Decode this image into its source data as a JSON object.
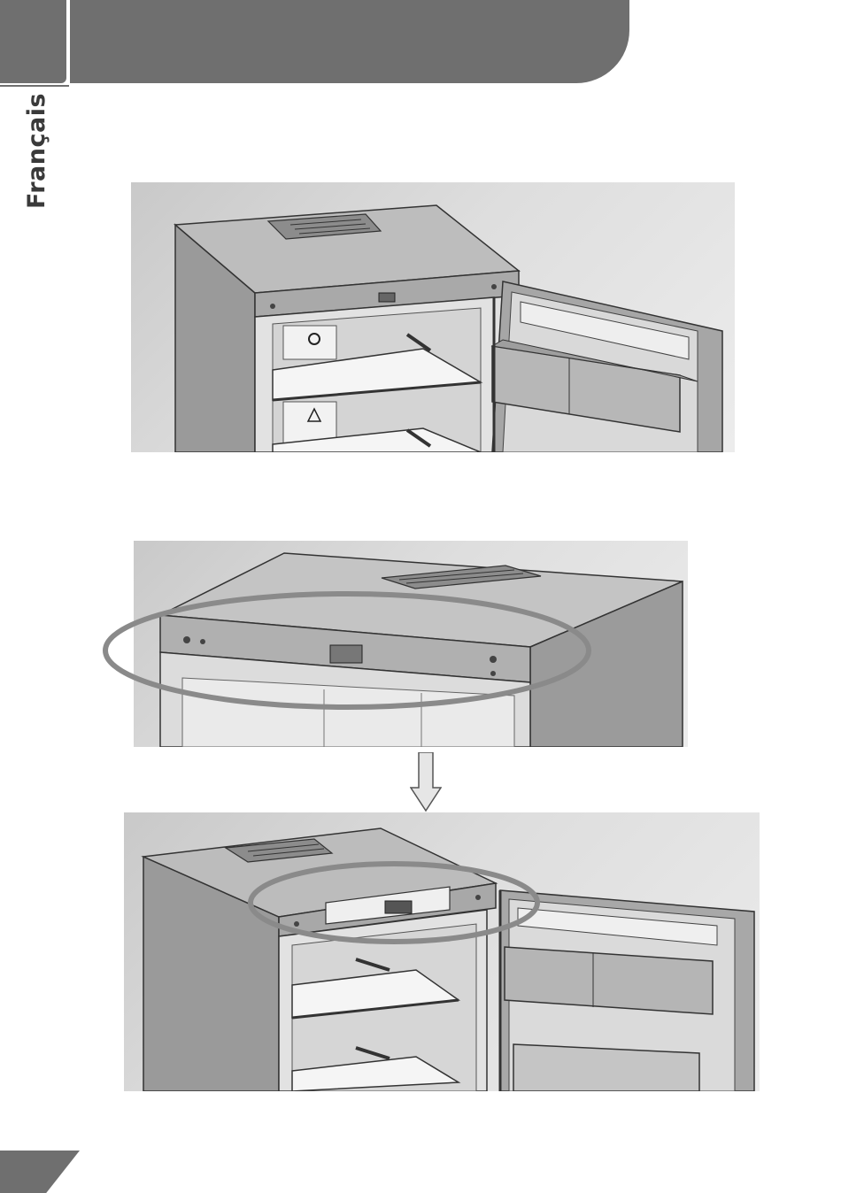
{
  "sidebar": {
    "language": "Français"
  },
  "colors": {
    "header_gray": "#6f6f6f",
    "highlight_ellipse": "#8a8a8a",
    "arrow_fill": "#e6e6e6"
  },
  "figures": [
    {
      "id": "fridge-open-view",
      "icons": [
        "fan-icon",
        "recycle-warning-icon"
      ]
    },
    {
      "id": "fridge-top-frame-highlighted"
    },
    {
      "id": "fridge-with-control-box-highlighted"
    }
  ],
  "icons": {
    "arrow": "down-arrow-icon"
  }
}
